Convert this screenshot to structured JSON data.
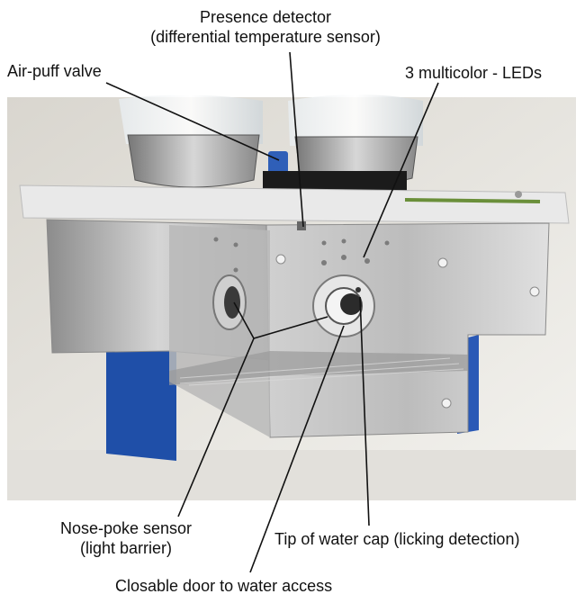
{
  "labels": {
    "presence_line1": "Presence detector",
    "presence_line2": "(differential temperature sensor)",
    "air_puff": "Air-puff valve",
    "leds": "3 multicolor - LEDs",
    "nose_line1": "Nose-poke sensor",
    "nose_line2": "(light barrier)",
    "tip": "Tip of water cap (licking detection)",
    "door": "Closable door to water access"
  },
  "colors": {
    "background": "#ffffff",
    "text": "#111111",
    "wall": "#ecebe6",
    "metal": "#c9c9c9",
    "blue_base": "#1f4fa8",
    "frosted_plate": "#e8e8e8"
  }
}
